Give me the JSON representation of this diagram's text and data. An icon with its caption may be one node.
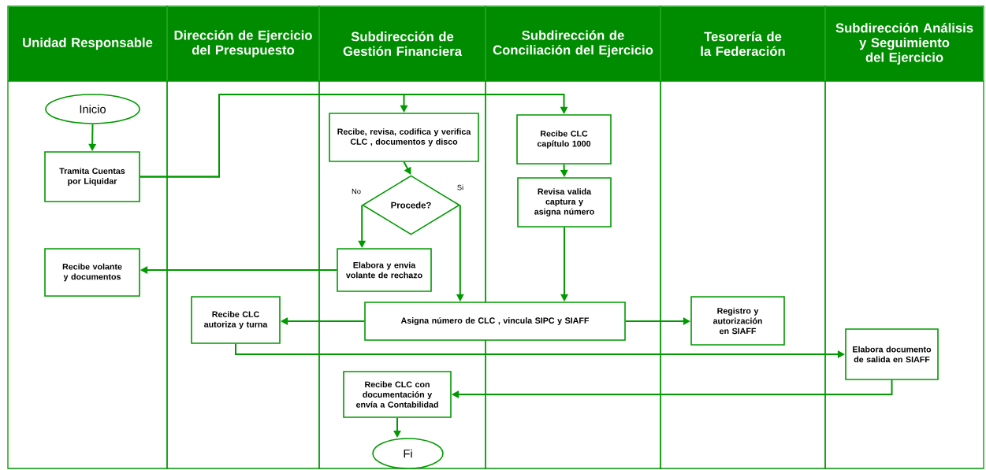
{
  "diagram": {
    "nodes": [
      {
        "text": [
          "Unidad Responsable"
        ]
      },
      {
        "text": [
          "Dirección de Ejercicio del Presupuesto"
        ]
      },
      {
        "text": [
          "Subdirección de Gestión Financiera"
        ]
      },
      {
        "text": [
          "Subdirección de Conciliación del Ejercicio"
        ]
      },
      {
        "text": [
          "Tesorería de la Federación"
        ]
      },
      {
        "text": [
          "Subdirección Análisis y Seguimiento del Ejercicio"
        ]
      },
      {
        "text": [
          "Inicio"
        ],
        "in": 0
      },
      {
        "text": [
          "Tramita Cuentas por Liquidar"
        ],
        "in": 0
      },
      {
        "text": [
          "Recibe, revisa, codifica y verifica CLC , documentos y disco"
        ],
        "in": 2
      },
      {
        "text": [
          "Procede?"
        ],
        "in": 2
      },
      {
        "text": [
          "Elabora y envia volante de rechazo"
        ],
        "in": 2
      },
      {
        "text": [
          "Recibe volante y documentos"
        ],
        "in": 0
      },
      {
        "text": [
          "Recibe CLC capítulo 1000"
        ],
        "in": 3
      },
      {
        "text": [
          "Revisa valida captura y asigna número"
        ],
        "in": 3
      },
      {
        "text": [
          "Asigna número de CLC , vincula SIPC y SIAFF"
        ]
      },
      {
        "text": [
          "Recibe CLC autoriza y turna"
        ],
        "in": 1
      },
      {
        "text": [
          "Registro y autorización en SIAFF"
        ],
        "in": 4
      },
      {
        "text": [
          "Elabora documento de salida en SIAFF"
        ],
        "in": 5
      },
      {
        "text": [
          "Recibe CLC con documentación y envía a Contabilidad"
        ],
        "in": 2
      },
      {
        "text": [
          "Fi"
        ],
        "in": 2
      }
    ],
    "edges": [
      {
        "from": 6,
        "to": 7,
        "arrow": "to"
      },
      {
        "from": 7,
        "to": 8,
        "arrow": "to"
      },
      {
        "from": 7,
        "to": 12,
        "arrow": "to"
      },
      {
        "from": 8,
        "to": 9,
        "arrow": "to"
      },
      {
        "from": 9,
        "to": 10,
        "arrow": "to",
        "label": "No"
      },
      {
        "from": 9,
        "to": 14,
        "arrow": "to",
        "label": "Si"
      },
      {
        "from": 10,
        "to": 11,
        "arrow": "to"
      },
      {
        "from": 12,
        "to": 13,
        "arrow": "to"
      },
      {
        "from": 13,
        "to": 14,
        "arrow": "to"
      },
      {
        "from": 14,
        "to": 15,
        "arrow": "to"
      },
      {
        "from": 14,
        "to": 16,
        "arrow": "to"
      },
      {
        "from": 15,
        "to": 17,
        "arrow": "to"
      },
      {
        "from": 17,
        "to": 18,
        "arrow": "to"
      },
      {
        "from": 18,
        "to": 19,
        "arrow": "to"
      }
    ]
  }
}
